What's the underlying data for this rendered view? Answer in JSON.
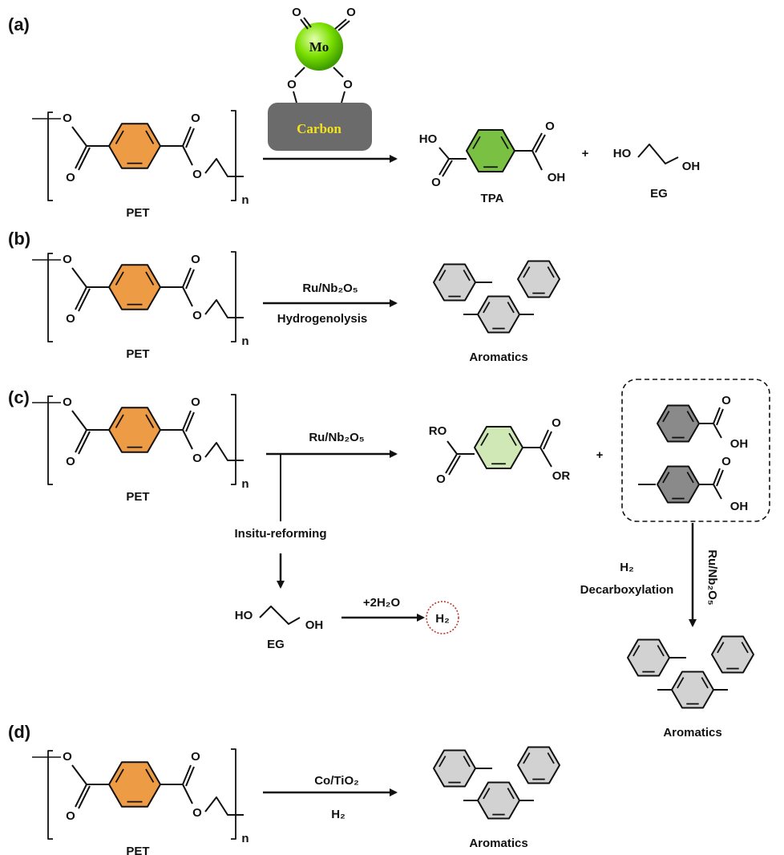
{
  "colors": {
    "pet_ring": "#ee9b45",
    "tpa_ring": "#7ac143",
    "ester_ring": "#cfe8b6",
    "aromatic_ring": "#d2d2d2",
    "acid_ring": "#8a8a8a",
    "mo_sphere": "#7be000",
    "carbon_support": "#6b6b6b",
    "carbon_text": "#f4e21e",
    "h2_circle": "#c0392b"
  },
  "icons": [
    "polymer-bracket-icon",
    "benzene-ring-icon",
    "molybdenum-sphere-icon",
    "reaction-arrow-icon"
  ],
  "panels": {
    "a": {
      "label": "(a)",
      "polymer": "PET",
      "repeat": "n",
      "catalyst_metal": "Mo",
      "catalyst_support": "Carbon",
      "oxygen": "O",
      "product_1": "TPA",
      "plus": "+",
      "product_2": "EG",
      "ho": "HO",
      "oh": "OH"
    },
    "b": {
      "label": "(b)",
      "polymer": "PET",
      "repeat": "n",
      "catalyst": "Ru/Nb₂O₅",
      "condition": "Hydrogenolysis",
      "product": "Aromatics"
    },
    "c": {
      "label": "(c)",
      "polymer": "PET",
      "repeat": "n",
      "catalyst": "Ru/Nb₂O₅",
      "ro": "RO",
      "or": "OR",
      "plus": "+",
      "oh": "OH",
      "branch": "Insitu-reforming",
      "eg": "EG",
      "ho": "HO",
      "water": "+2H₂O",
      "h2": "H₂",
      "cond_h2": "H₂",
      "cond_step": "Decarboxylation",
      "vertical_catalyst": "Ru/Nb₂O₅",
      "product": "Aromatics"
    },
    "d": {
      "label": "(d)",
      "polymer": "PET",
      "repeat": "n",
      "catalyst": "Co/TiO₂",
      "condition": "H₂",
      "product": "Aromatics"
    }
  }
}
